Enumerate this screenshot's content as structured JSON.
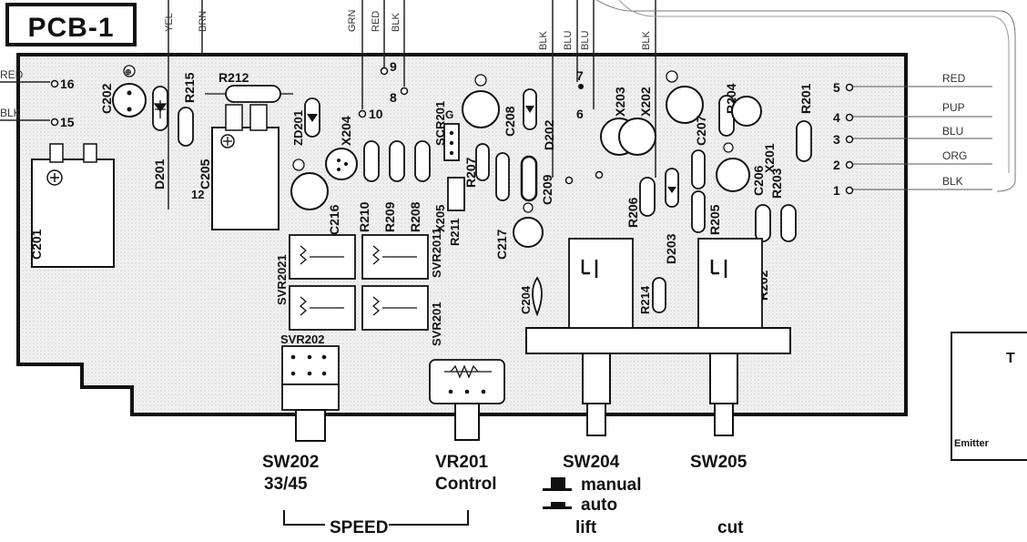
{
  "board_title": "PCB-1",
  "top_wires": [
    "YEL",
    "BRN",
    "GRN",
    "RED",
    "BLK",
    "BLK",
    "BLU",
    "BLU",
    "BLK"
  ],
  "left_wires": [
    "RED",
    "BLK"
  ],
  "left_pins": [
    "16",
    "15"
  ],
  "right_connector": [
    {
      "pin": "5",
      "color": "RED"
    },
    {
      "pin": "4",
      "color": "PUP"
    },
    {
      "pin": "3",
      "color": "BLU"
    },
    {
      "pin": "2",
      "color": "ORG"
    },
    {
      "pin": "1",
      "color": "BLK"
    }
  ],
  "test_points": [
    "9",
    "8",
    "10",
    "7",
    "6",
    "12",
    "G"
  ],
  "components": {
    "caps": [
      "C201",
      "C202",
      "C205",
      "C206",
      "C207",
      "C208",
      "C209",
      "C216",
      "C217",
      "C204"
    ],
    "resistors": [
      "R201",
      "R202",
      "R203",
      "R204",
      "R205",
      "R206",
      "R207",
      "R208",
      "R209",
      "R210",
      "R211",
      "R212",
      "R214",
      "R215"
    ],
    "diodes": [
      "D201",
      "D202",
      "D203",
      "ZD201"
    ],
    "transistors": [
      "X201",
      "X202",
      "X203",
      "X204",
      "X205"
    ],
    "scr": "SCR201",
    "trimmers": [
      "SVR2021",
      "SVR2011",
      "SVR201",
      "SVR202"
    ]
  },
  "controls": [
    {
      "id": "SW202",
      "line1": "33/45"
    },
    {
      "id": "VR201",
      "line1": "Control"
    },
    {
      "id": "SW204",
      "line1": "manual",
      "line2": "auto",
      "line3": "lift"
    },
    {
      "id": "SW205",
      "line3": "cut"
    }
  ],
  "group_label": "SPEED",
  "inset": {
    "letter": "T",
    "text": "Emitter"
  }
}
